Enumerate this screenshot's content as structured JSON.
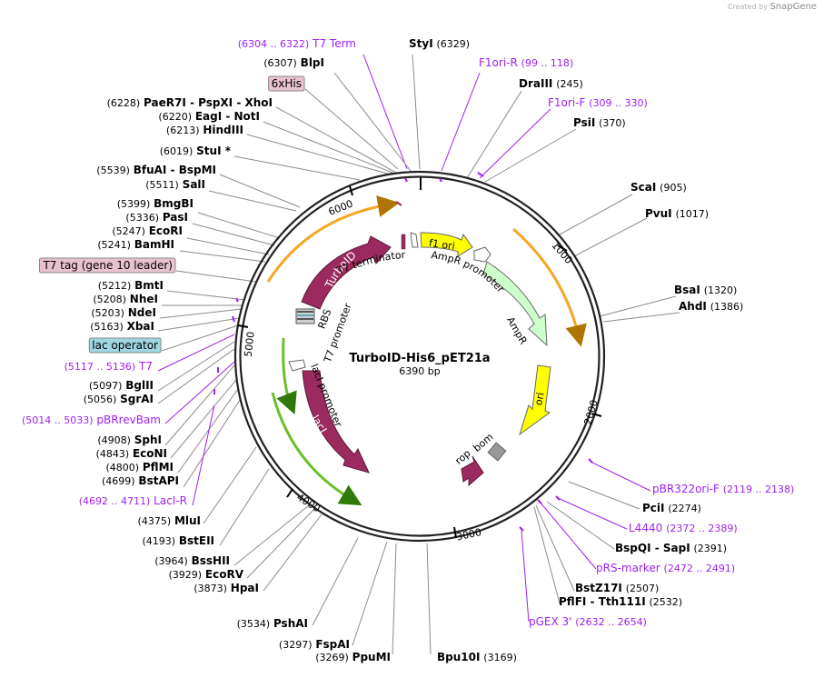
{
  "watermark": {
    "prefix": "Created by",
    "brand": "SnapGene"
  },
  "plasmid": {
    "name": "TurboID-His6_pET21a",
    "length_label": "6390 bp",
    "length": 6390
  },
  "colors": {
    "site_label": "#000000",
    "primer": "#a020f0",
    "leader_line": "#8c8c8c",
    "turboid": "#9b2b5e",
    "laci": "#9b2b5e",
    "rop": "#9b2b5e",
    "ampr": "#ccffcc",
    "ori": "#ffff00",
    "f1ori": "#ffff00",
    "bom": "#999999",
    "orange_arrow": "#f5a623",
    "green_arrow": "#6abf2a",
    "feature_box_tag": "#e8c3cf",
    "feature_box_lac": "#9fd6e0"
  },
  "ticks": [
    "1000",
    "2000",
    "3000",
    "4000",
    "5000",
    "6000"
  ],
  "features": [
    {
      "key": "turboid",
      "label": "TurboID"
    },
    {
      "key": "laci",
      "label": "lacI"
    },
    {
      "key": "ampr",
      "label": "AmpR"
    },
    {
      "key": "ori",
      "label": "ori"
    },
    {
      "key": "f1ori",
      "label": "f1 ori"
    },
    {
      "key": "rop",
      "label": "rop"
    },
    {
      "key": "bom",
      "label": "bom"
    },
    {
      "key": "t7term",
      "label": "T7 terminator"
    },
    {
      "key": "t7prom",
      "label": "T7 promoter"
    },
    {
      "key": "rbs",
      "label": "RBS"
    },
    {
      "key": "lacprom",
      "label": "lacI promoter"
    },
    {
      "key": "amprprom",
      "label": "AmpR promoter"
    }
  ],
  "annotations": [
    {
      "name": "T7 Term",
      "pos": "(6304 .. 6322)",
      "type": "primer",
      "pre": true
    },
    {
      "name": "BlpI",
      "pos": "(6307)",
      "type": "site",
      "pre": true
    },
    {
      "name": "6xHis",
      "type": "box",
      "box": "tag"
    },
    {
      "name": "PaeR7I - PspXI - XhoI",
      "pos": "(6228)",
      "type": "site",
      "pre": true
    },
    {
      "name": "EagI - NotI",
      "pos": "(6220)",
      "type": "site",
      "pre": true
    },
    {
      "name": "HindIII",
      "pos": "(6213)",
      "type": "site",
      "pre": true
    },
    {
      "name": "StuI *",
      "pos": "(6019)",
      "type": "site",
      "pre": true
    },
    {
      "name": "BfuAI - BspMI",
      "pos": "(5539)",
      "type": "site",
      "pre": true
    },
    {
      "name": "SalI",
      "pos": "(5511)",
      "type": "site",
      "pre": true
    },
    {
      "name": "BmgBI",
      "pos": "(5399)",
      "type": "site",
      "pre": true
    },
    {
      "name": "PasI",
      "pos": "(5336)",
      "type": "site",
      "pre": true
    },
    {
      "name": "EcoRI",
      "pos": "(5247)",
      "type": "site",
      "pre": true
    },
    {
      "name": "BamHI",
      "pos": "(5241)",
      "type": "site",
      "pre": true
    },
    {
      "name": "T7 tag (gene 10 leader)",
      "type": "box",
      "box": "tag"
    },
    {
      "name": "BmtI",
      "pos": "(5212)",
      "type": "site",
      "pre": true
    },
    {
      "name": "NheI",
      "pos": "(5208)",
      "type": "site",
      "pre": true
    },
    {
      "name": "NdeI",
      "pos": "(5203)",
      "type": "site",
      "pre": true
    },
    {
      "name": "XbaI",
      "pos": "(5163)",
      "type": "site",
      "pre": true
    },
    {
      "name": "lac operator",
      "type": "box",
      "box": "lac"
    },
    {
      "name": "T7",
      "pos": "(5117 .. 5136)",
      "type": "primer",
      "pre": true
    },
    {
      "name": "BglII",
      "pos": "(5097)",
      "type": "site",
      "pre": true
    },
    {
      "name": "SgrAI",
      "pos": "(5056)",
      "type": "site",
      "pre": true
    },
    {
      "name": "pBRrevBam",
      "pos": "(5014 .. 5033)",
      "type": "primer",
      "pre": true
    },
    {
      "name": "SphI",
      "pos": "(4908)",
      "type": "site",
      "pre": true
    },
    {
      "name": "EcoNI",
      "pos": "(4843)",
      "type": "site",
      "pre": true
    },
    {
      "name": "PflMI",
      "pos": "(4800)",
      "type": "site",
      "pre": true
    },
    {
      "name": "BstAPI",
      "pos": "(4699)",
      "type": "site",
      "pre": true
    },
    {
      "name": "LacI-R",
      "pos": "(4692 .. 4711)",
      "type": "primer",
      "pre": true
    },
    {
      "name": "MluI",
      "pos": "(4375)",
      "type": "site",
      "pre": true
    },
    {
      "name": "BstEII",
      "pos": "(4193)",
      "type": "site",
      "pre": true
    },
    {
      "name": "BssHII",
      "pos": "(3964)",
      "type": "site",
      "pre": true
    },
    {
      "name": "EcoRV",
      "pos": "(3929)",
      "type": "site",
      "pre": true
    },
    {
      "name": "HpaI",
      "pos": "(3873)",
      "type": "site",
      "pre": true
    },
    {
      "name": "PshAI",
      "pos": "(3534)",
      "type": "site",
      "pre": true
    },
    {
      "name": "FspAI",
      "pos": "(3297)",
      "type": "site",
      "pre": true
    },
    {
      "name": "PpuMI",
      "pos": "(3269)",
      "type": "site",
      "pre": true
    },
    {
      "name": "Bpu10I",
      "pos": "(3169)",
      "type": "site",
      "pre": false
    },
    {
      "name": "StyI",
      "pos": "(6329)",
      "type": "site",
      "pre": false
    },
    {
      "name": "F1ori-R",
      "pos": "(99 .. 118)",
      "type": "primer",
      "pre": false
    },
    {
      "name": "DraIII",
      "pos": "(245)",
      "type": "site",
      "pre": false
    },
    {
      "name": "F1ori-F",
      "pos": "(309 .. 330)",
      "type": "primer",
      "pre": false
    },
    {
      "name": "PsiI",
      "pos": "(370)",
      "type": "site",
      "pre": false
    },
    {
      "name": "ScaI",
      "pos": "(905)",
      "type": "site",
      "pre": false
    },
    {
      "name": "PvuI",
      "pos": "(1017)",
      "type": "site",
      "pre": false
    },
    {
      "name": "BsaI",
      "pos": "(1320)",
      "type": "site",
      "pre": false
    },
    {
      "name": "AhdI",
      "pos": "(1386)",
      "type": "site",
      "pre": false
    },
    {
      "name": "pBR322ori-F",
      "pos": "(2119 .. 2138)",
      "type": "primer",
      "pre": false
    },
    {
      "name": "PciI",
      "pos": "(2274)",
      "type": "site",
      "pre": false
    },
    {
      "name": "L4440",
      "pos": "(2372 .. 2389)",
      "type": "primer",
      "pre": false
    },
    {
      "name": "BspQI - SapI",
      "pos": "(2391)",
      "type": "site",
      "pre": false
    },
    {
      "name": "pRS-marker",
      "pos": "(2472 .. 2491)",
      "type": "primer",
      "pre": false
    },
    {
      "name": "BstZ17I",
      "pos": "(2507)",
      "type": "site",
      "pre": false
    },
    {
      "name": "PflFI - Tth111I",
      "pos": "(2532)",
      "type": "site",
      "pre": false
    },
    {
      "name": "pGEX 3'",
      "pos": "(2632 .. 2654)",
      "type": "primer",
      "pre": false
    }
  ]
}
